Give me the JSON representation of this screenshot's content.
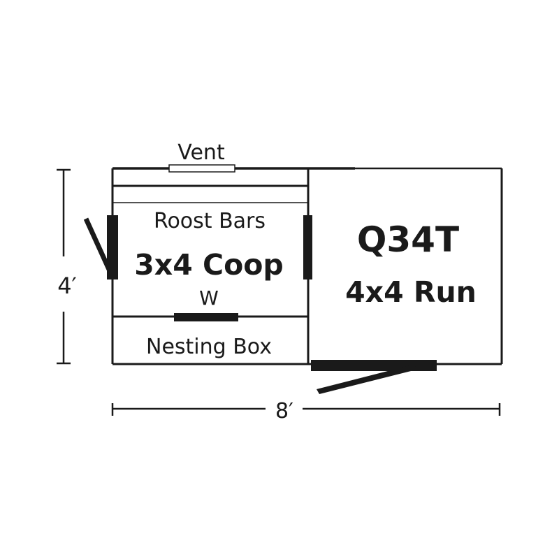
{
  "title": "Q34T 3x4 Coop with 4x4 Run floor plan",
  "colors": {
    "ink": "#1a1a1a",
    "background": "#ffffff"
  },
  "coop": {
    "title": "3x4 Coop",
    "roost_label": "Roost Bars",
    "window_label": "W",
    "nesting_label": "Nesting Box",
    "vent_label": "Vent"
  },
  "run": {
    "model": "Q34T",
    "title": "4x4 Run"
  },
  "dimensions": {
    "height": "4′",
    "width": "8′"
  }
}
